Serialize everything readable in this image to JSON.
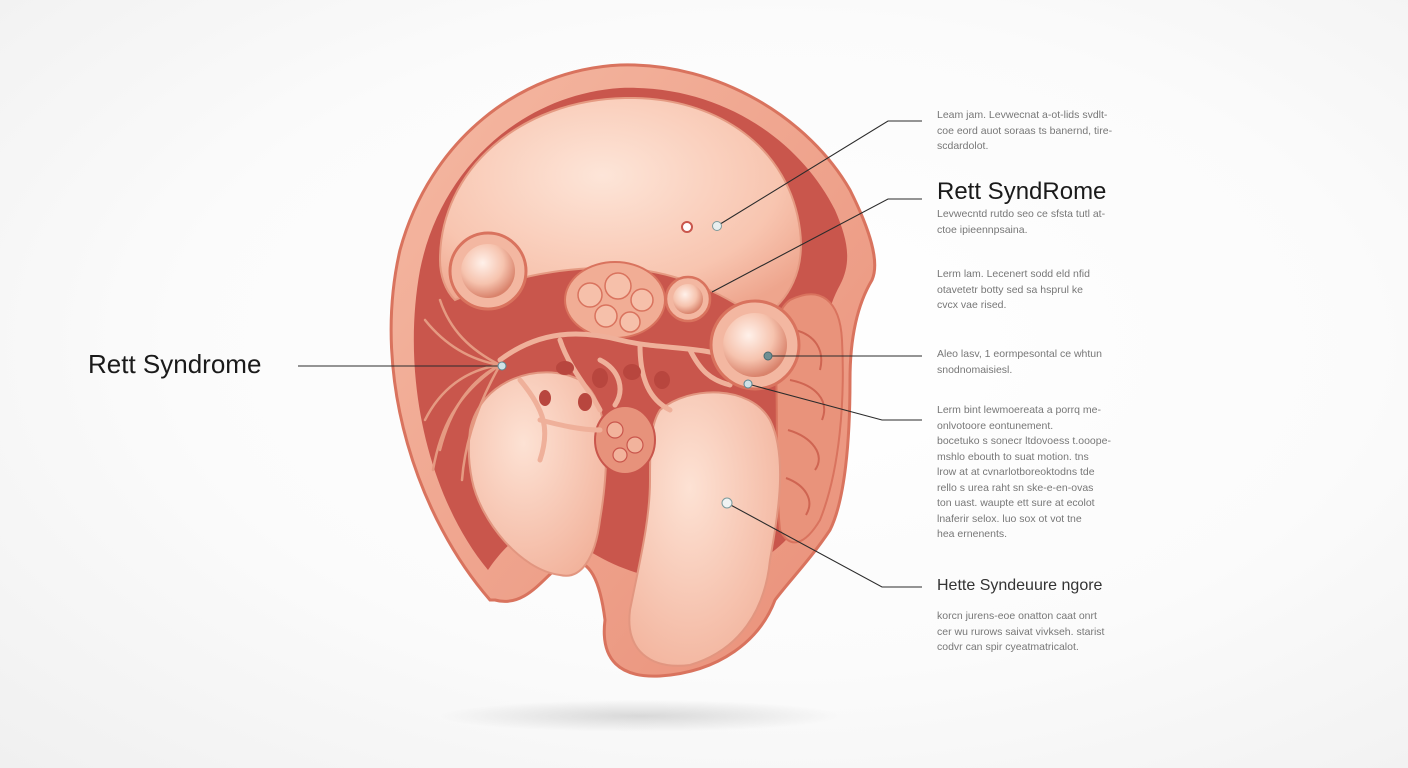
{
  "labels": {
    "left_title": "Rett Syndrome",
    "right_title": "Rett SyndRome",
    "lower_title": "Hette Syndeuure ngore"
  },
  "descriptions": {
    "d1": [
      "Leam  jam.  Levwecnat  a-ot-lids  svdlt-",
      "coe  eord  auot  soraas  ts  banernd,  tire-",
      "scdardolot."
    ],
    "d2": [
      "Levwecntd  rutdo  seo  ce  sfsta  tutl  at-",
      "ctoe  ipieennpsaina."
    ],
    "d3": [
      "Lerm  lam.  Lecenert  sodd  eld  nfid",
      "otavetetr  botty  sed  sa  hsprul  ke",
      "cvcx  vae  rised."
    ],
    "d4": [
      "Aleo  lasv,  1  eormpesontal  ce  whtun",
      "snodnomaisiesl."
    ],
    "d5": [
      "Lerm  bint  lewmoereata  a  porrq  me-",
      "onlvotoore  eontunement.",
      "bocetuko  s  sonecr  ltdovoess  t.ooope-",
      "mshlo  ebouth  to  suat  motion.  tns",
      "lrow  at  at  cvnarlotboreoktodns  tde",
      "rello  s  urea  raht  sn  ske-e-en-ovas",
      "ton  uast.  waupte  ett  sure  at  ecolot",
      "lnaferir  selox.  luo  sox  ot  vot  tne",
      "hea  ernenents."
    ],
    "d6": [
      "korcn  jurens-eoe  onatton  caat  onrt",
      "cer  wu  rurows  saivat  vivkseh.  starist",
      "codvr can  spir  cyeatmatricalot."
    ]
  },
  "colors": {
    "outer_skin": "#f1a48c",
    "cavity": "#c9524a",
    "brain_light": "#fbd4c2",
    "vessel": "#d9826e",
    "leader_line": "#2b2b2b"
  }
}
